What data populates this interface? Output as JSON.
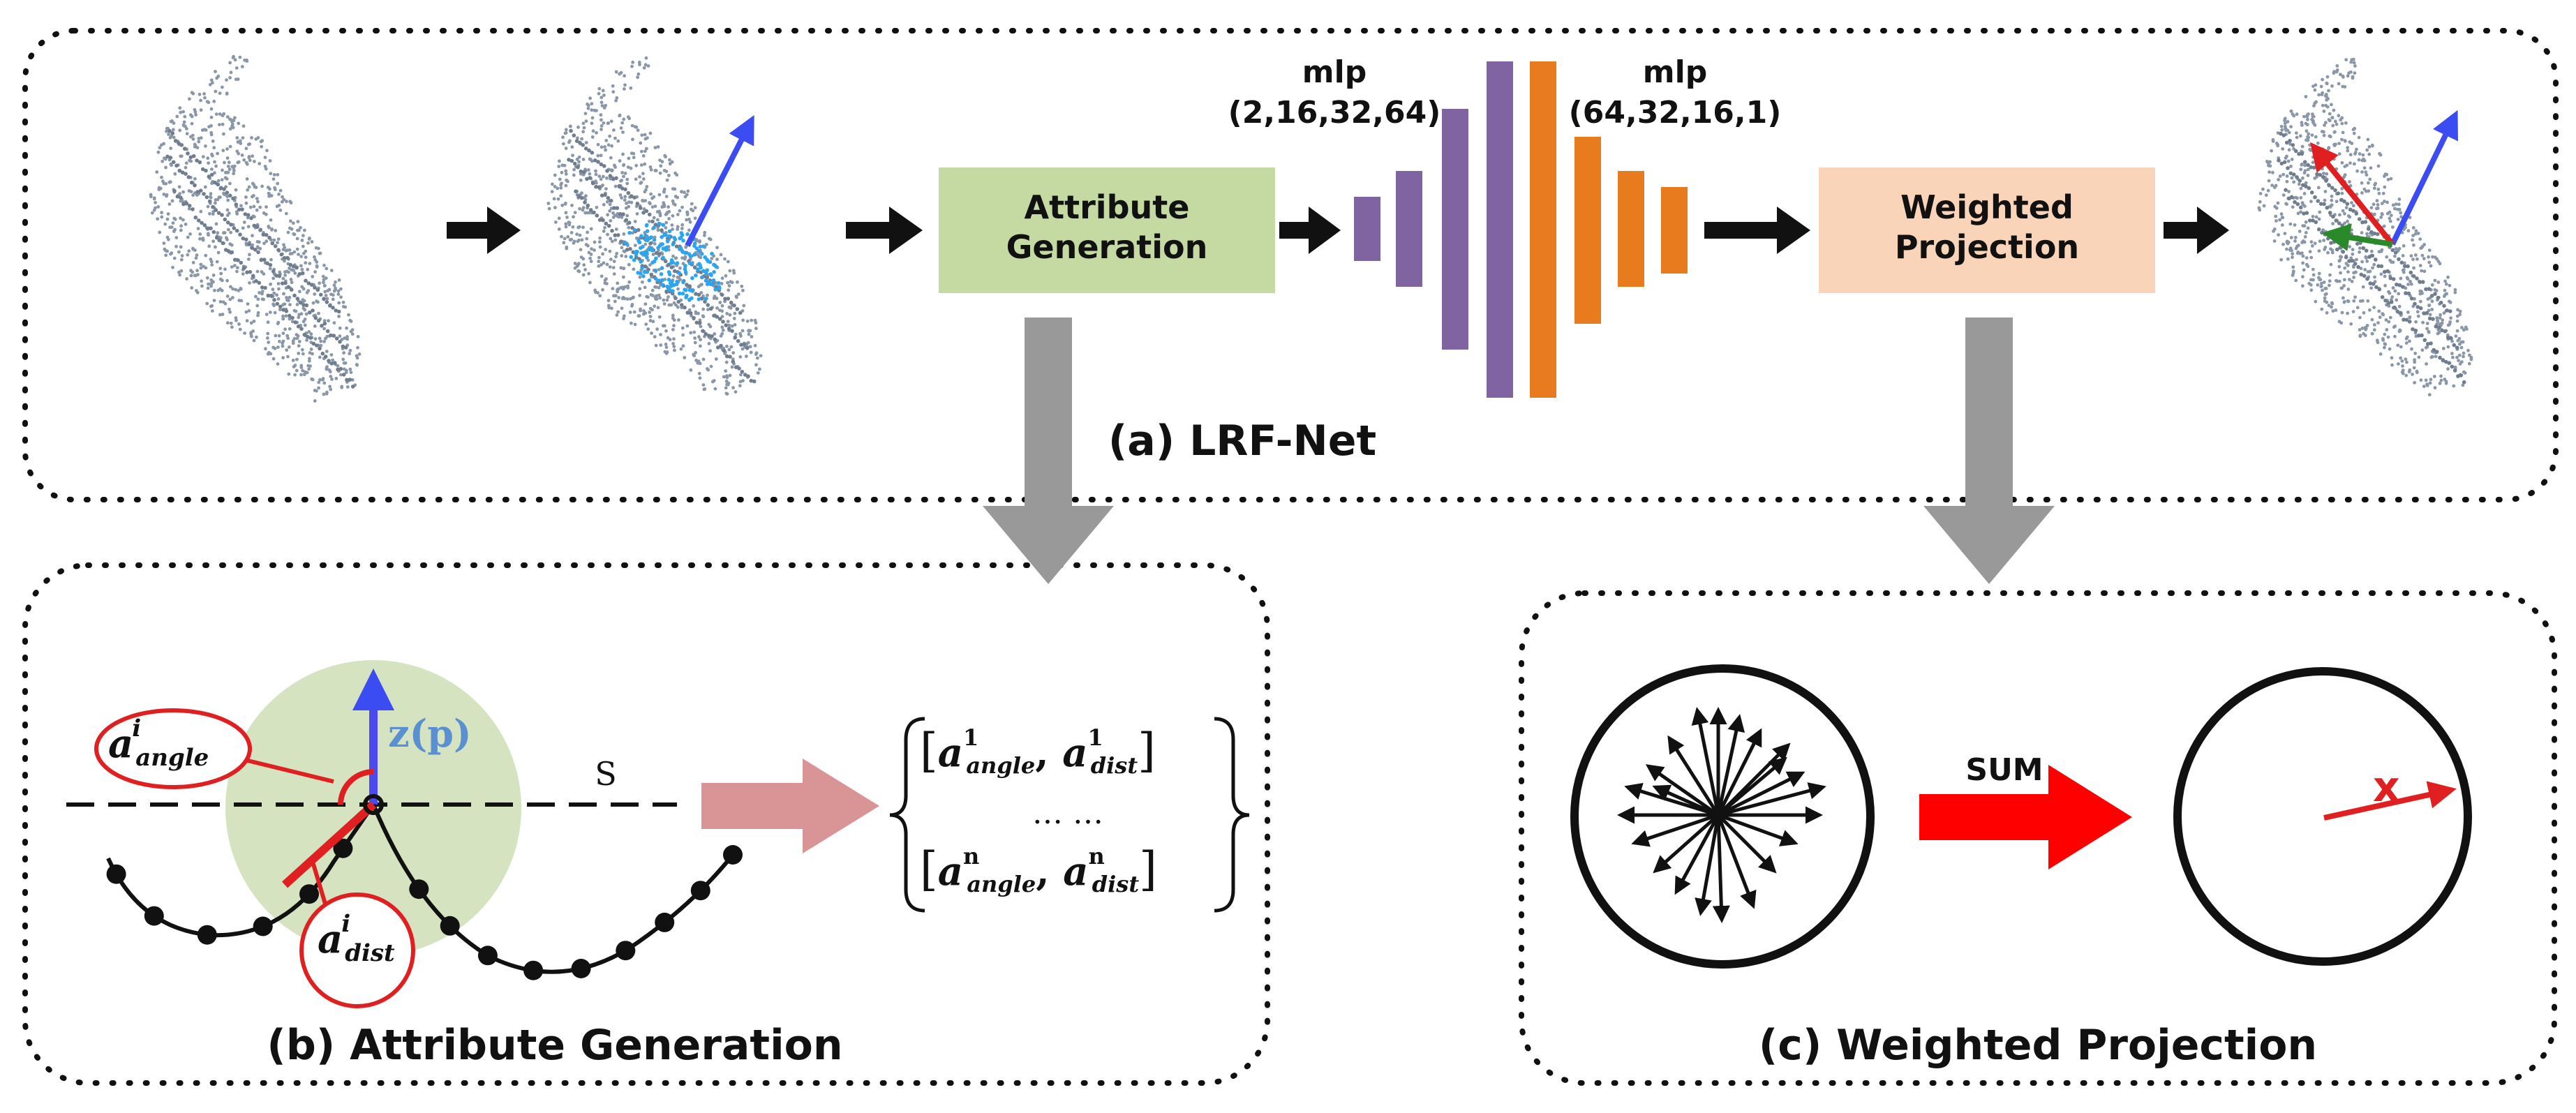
{
  "panels": {
    "a": {
      "caption": "(a) LRF-Net"
    },
    "b": {
      "caption": "(b) Attribute Generation"
    },
    "c": {
      "caption": "(c) Weighted Projection"
    }
  },
  "blocks": {
    "attribute_generation": {
      "line1": "Attribute",
      "line2": "Generation",
      "color": "#c5d9a3"
    },
    "weighted_projection": {
      "line1": "Weighted",
      "line2": "Projection",
      "color": "#fad4b8"
    }
  },
  "mlp_left": {
    "title": "mlp",
    "dims": "(2,16,32,64)",
    "color": "#8064a2"
  },
  "mlp_right": {
    "title": "mlp",
    "dims": "(64,32,16,1)",
    "color": "#e87b1d"
  },
  "attribute": {
    "z_label": "z(p)",
    "s_label": "S",
    "angle_label": {
      "base": "a",
      "sup": "i",
      "sub": "angle"
    },
    "dist_label": {
      "base": "a",
      "sup": "i",
      "sub": "dist"
    },
    "set_row1": {
      "sup": "1"
    },
    "set_row2": {
      "sup": "n"
    },
    "set_ellipsis": "… …"
  },
  "projection": {
    "sum_label": "SUM",
    "result_label": "x"
  },
  "colors": {
    "blue_axis": "#3b4cf2",
    "red_axis": "#e02020",
    "green_axis": "#2a8a2a",
    "point_cloud": "#8a97a8",
    "gray_arrow": "#999999",
    "pink_arrow": "#d99595"
  }
}
